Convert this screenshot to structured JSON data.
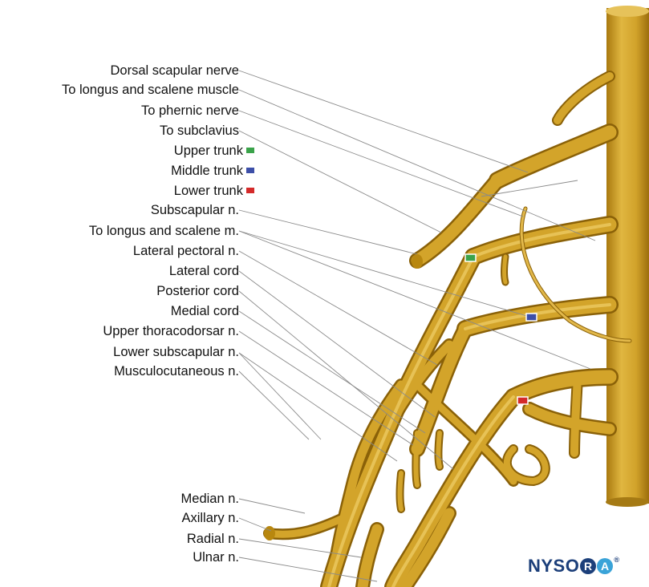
{
  "labels_top": [
    "Dorsal scapular nerve",
    "To longus and scalene muscle",
    "To phernic nerve",
    "To subclavius",
    "Upper trunk",
    "Middle trunk",
    "Lower trunk",
    "Subscapular n.",
    "To longus and scalene m.",
    "Lateral pectoral n.",
    "Lateral cord",
    "Posterior cord",
    "Medial cord",
    "Upper thoracodorsar n.",
    "Lower subscapular n.",
    "Musculocutaneous n."
  ],
  "labels_bottom": [
    "Median n.",
    "Axillary n.",
    "Radial n.",
    "Ulnar n."
  ],
  "trunk_colors": {
    "upper": "#3aa34a",
    "middle": "#3d4fa8",
    "lower": "#d42a2a"
  },
  "logo": {
    "prefix": "NYSO",
    "circle1": "R",
    "circle2": "A",
    "reg": "®"
  },
  "nerve_color": "#c99a1e"
}
